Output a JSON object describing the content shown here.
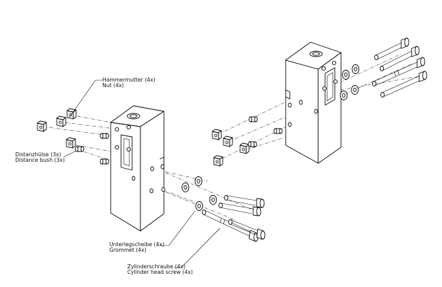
{
  "labels": {
    "hammer_nut_de": "Hammermutter (4x)",
    "hammer_nut_en": "Nut (4x)",
    "distance_de": "Distanzhülse (3x)",
    "distance_en": "Distance bush (3x)",
    "washer_de": "Unterlegscheibe (4x)",
    "washer_en": "Grommet (4x)",
    "screw_de": "Zylinderschraube (4x)",
    "screw_en": "Cylinder head screw (4x)"
  }
}
